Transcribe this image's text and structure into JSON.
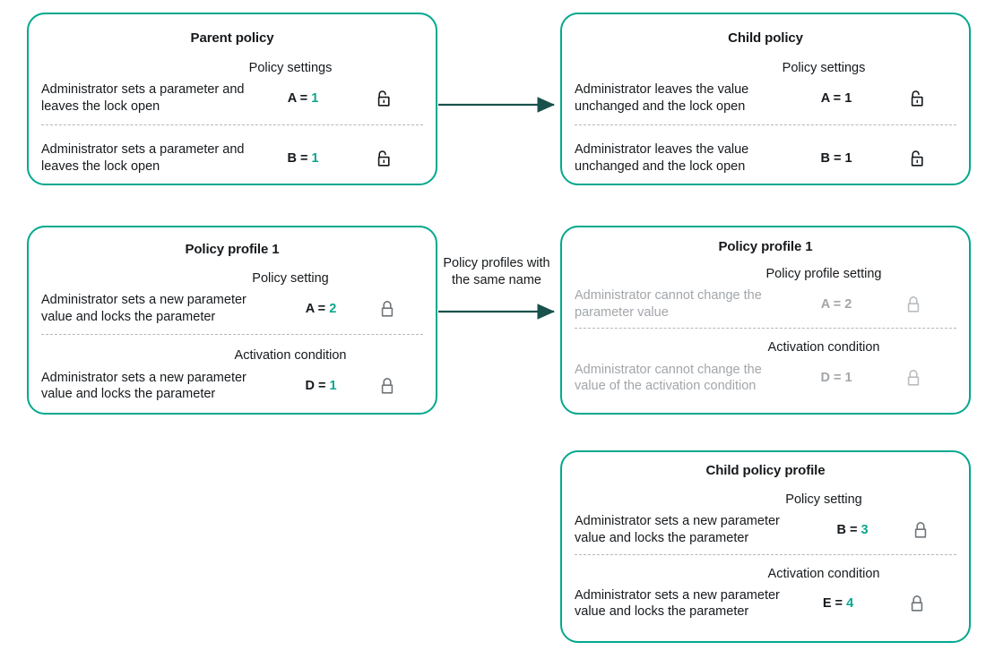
{
  "colors": {
    "card_border": "#00a88e",
    "accent_value": "#0aa58c",
    "arrow": "#19514c",
    "text": "#16191c",
    "muted_text": "#a2a6aa",
    "separator": "#b3b7bb"
  },
  "cards": [
    {
      "id": "parent-policy",
      "title": "Parent policy",
      "state": "accent-values",
      "sections": [
        {
          "heading": "Policy settings",
          "rows": [
            {
              "description": "Administrator sets a parameter and leaves the lock open",
              "param": "A =",
              "value": "1",
              "lock": "lock-open-icon"
            }
          ]
        },
        {
          "heading": "",
          "rows": [
            {
              "description": "Administrator sets a parameter and  leaves the lock open",
              "param": "B =",
              "value": "1",
              "lock": "lock-open-icon"
            }
          ]
        }
      ]
    },
    {
      "id": "child-policy",
      "title": "Child policy",
      "state": "plain-values",
      "sections": [
        {
          "heading": "Policy settings",
          "rows": [
            {
              "description": "Administrator leaves the value unchanged and the lock open",
              "param": "A =",
              "value": "1",
              "lock": "lock-open-icon"
            }
          ]
        },
        {
          "heading": "",
          "rows": [
            {
              "description": "Administrator leaves the value unchanged and the lock open",
              "param": "B =",
              "value": "1",
              "lock": "lock-open-icon"
            }
          ]
        }
      ]
    },
    {
      "id": "policy-profile-1-left",
      "title": "Policy profile 1",
      "state": "accent-values",
      "sections": [
        {
          "heading": "Policy setting",
          "rows": [
            {
              "description": "Administrator sets a new parameter value and locks the parameter",
              "param": "A =",
              "value": "2",
              "lock": "lock-closed-icon"
            }
          ]
        },
        {
          "heading": "Activation condition",
          "rows": [
            {
              "description": "Administrator sets a new parameter value and locks the parameter",
              "param": "D =",
              "value": "1",
              "lock": "lock-closed-icon"
            }
          ]
        }
      ]
    },
    {
      "id": "policy-profile-1-right",
      "title": "Policy profile 1",
      "state": "muted",
      "sections": [
        {
          "heading": "Policy profile setting",
          "rows": [
            {
              "description": "Administrator cannot change the parameter value",
              "param": "A =",
              "value": "2",
              "lock": "lock-closed-icon"
            }
          ]
        },
        {
          "heading": "Activation condition",
          "rows": [
            {
              "description": "Administrator cannot change the value of the activation condition",
              "param": "D =",
              "value": "1",
              "lock": "lock-closed-icon"
            }
          ]
        }
      ]
    },
    {
      "id": "child-policy-profile",
      "title": "Child policy profile",
      "state": "accent-values",
      "sections": [
        {
          "heading": "Policy setting",
          "rows": [
            {
              "description": "Administrator sets a new parameter  value and locks the parameter",
              "param": "B =",
              "value": "3",
              "lock": "lock-closed-icon"
            }
          ]
        },
        {
          "heading": "Activation condition",
          "rows": [
            {
              "description": "Administrator sets a new parameter value and locks the parameter",
              "param": "E =",
              "value": "4",
              "lock": "lock-closed-icon"
            }
          ]
        }
      ]
    }
  ],
  "connectors": [
    {
      "id": "arrow-top",
      "label": ""
    },
    {
      "id": "arrow-middle",
      "label": "Policy profiles with the same name"
    }
  ]
}
